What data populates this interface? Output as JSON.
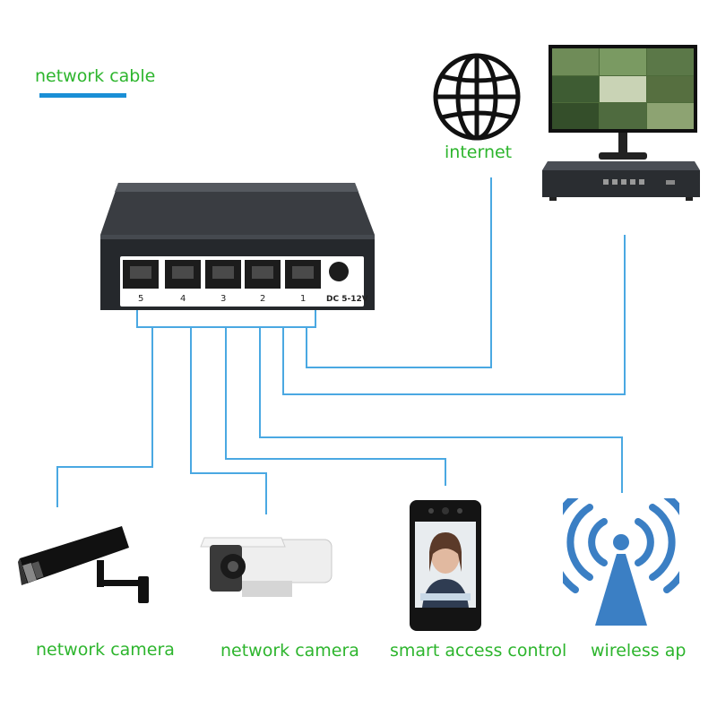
{
  "legend": {
    "label": "network cable",
    "line_color": "#1a8fd6"
  },
  "labels": {
    "internet": "internet",
    "camera_a": "network camera",
    "camera_b": "network camera",
    "access_control": "smart access control",
    "wireless_ap": "wireless ap"
  },
  "switch": {
    "ports": [
      "5",
      "4",
      "3",
      "2",
      "1"
    ],
    "power_label": "DC 5-12V"
  },
  "colors": {
    "label_text": "#2db52d",
    "cable": "#4aa8e2",
    "switch_body": "#2c2f33",
    "ap_blue": "#3b7fc4"
  },
  "icons": [
    "globe-icon",
    "monitor-icon",
    "nvr-icon",
    "bullet-camera-icon",
    "box-camera-icon",
    "face-terminal-icon",
    "wifi-icon"
  ]
}
